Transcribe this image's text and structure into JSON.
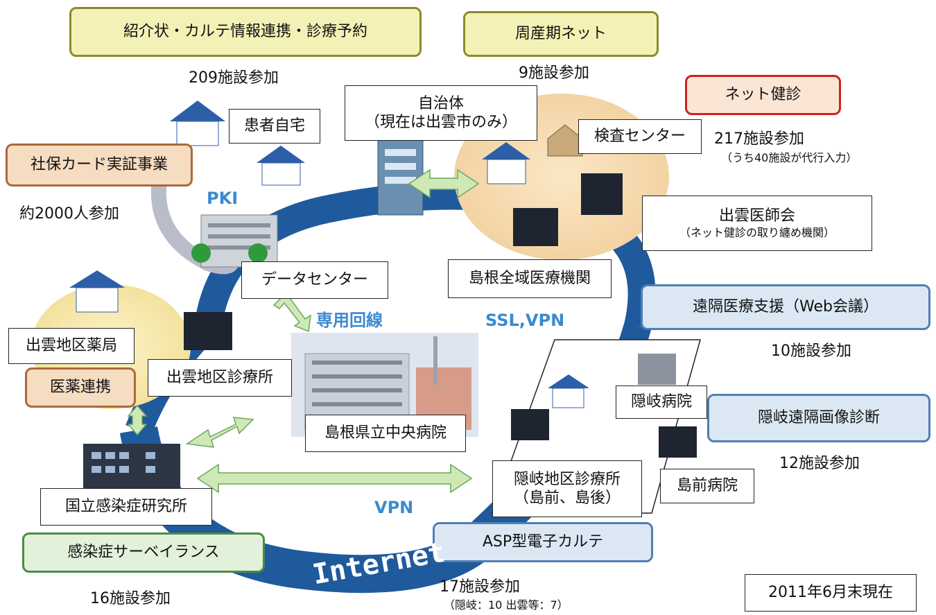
{
  "top_boxes": {
    "referral": "紹介状・カルテ情報連携・診療予約",
    "perinatal": "周産期ネット",
    "net_checkup": "ネット健診"
  },
  "stats": {
    "referral_facilities": "209施設参加",
    "perinatal_facilities": "9施設参加",
    "net_checkup_facilities": "217施設参加",
    "net_checkup_note": "（うち40施設が代行入力）",
    "card_trial_participants": "約2000人参加",
    "telemedicine_facilities": "10施設参加",
    "oki_imaging_facilities": "12施設参加",
    "infection_facilities": "16施設参加",
    "asp_facilities": "17施設参加",
    "asp_breakdown": "（隠岐：10 出雲等：7）"
  },
  "nodes": {
    "patient_home": "患者自宅",
    "municipality_line1": "自治体",
    "municipality_line2": "（現在は出雲市のみ）",
    "exam_center": "検査センター",
    "izumo_medical_assoc_line1": "出雲医師会",
    "izumo_medical_assoc_line2": "（ネット健診の取り纏め機関）",
    "card_trial": "社保カード実証事業",
    "data_center": "データセンター",
    "shimane_all_institutions": "島根全域医療機関",
    "telemedicine": "遠隔医療支援（Web会議）",
    "izumo_pharmacy": "出雲地区薬局",
    "pharma_coop": "医薬連携",
    "izumo_clinic": "出雲地区診療所",
    "central_hospital": "島根県立中央病院",
    "oki_hospital": "隠岐病院",
    "oki_imaging": "隠岐遠隔画像診断",
    "oki_clinic_line1": "隠岐地区診療所",
    "oki_clinic_line2": "（島前、島後）",
    "dozen_hospital": "島前病院",
    "niid": "国立感染症研究所",
    "infection_surveillance": "感染症サーベイランス",
    "asp_ehr": "ASP型電子カルテ",
    "as_of": "2011年6月末現在"
  },
  "network_labels": {
    "pki": "PKI",
    "dedicated_line": "専用回線",
    "ssl_vpn": "SSL,VPN",
    "vpn": "VPN",
    "internet_upper": "Internet",
    "internet_lower": "Internet"
  },
  "colors": {
    "ring": "#1f5a9c",
    "accent_blue": "#3a8ad0",
    "arrow_green": "#cfe9b6",
    "bubble": "#f8dcb4"
  }
}
